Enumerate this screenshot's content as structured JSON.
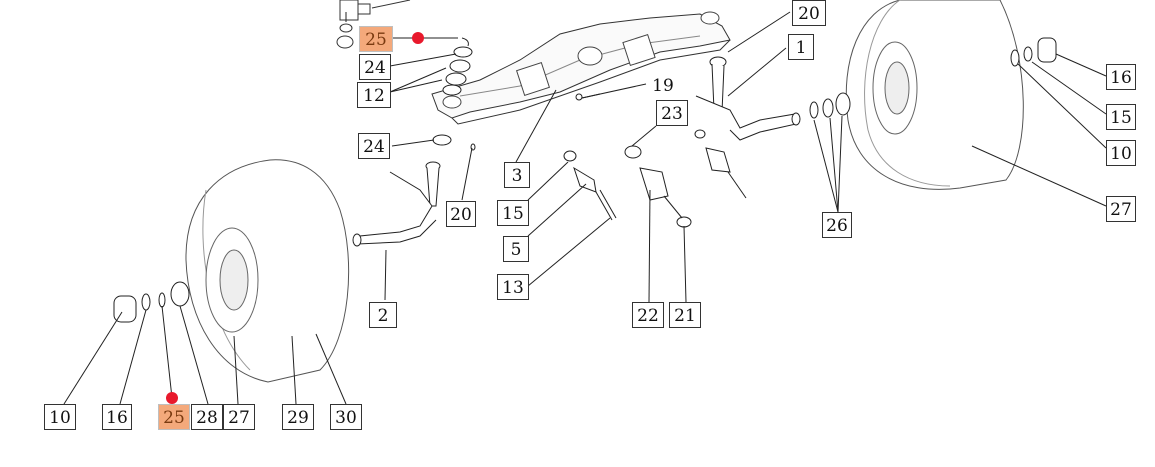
{
  "diagram": {
    "title": "Front axle and wheel assembly exploded parts diagram",
    "highlight_color": "#f4a97b",
    "marker_color": "#e8192c",
    "line_color": "#222222",
    "callouts": [
      {
        "id": "c20-top",
        "label": "20",
        "highlighted": false
      },
      {
        "id": "c25-top",
        "label": "25",
        "highlighted": true
      },
      {
        "id": "c24-top",
        "label": "24",
        "highlighted": false
      },
      {
        "id": "c12",
        "label": "12",
        "highlighted": false
      },
      {
        "id": "c1",
        "label": "1",
        "highlighted": false
      },
      {
        "id": "c19",
        "label": "19",
        "highlighted": false
      },
      {
        "id": "c16-right",
        "label": "16",
        "highlighted": false
      },
      {
        "id": "c15-right",
        "label": "15",
        "highlighted": false
      },
      {
        "id": "c10-right",
        "label": "10",
        "highlighted": false
      },
      {
        "id": "c27-right",
        "label": "27",
        "highlighted": false
      },
      {
        "id": "c24-mid",
        "label": "24",
        "highlighted": false
      },
      {
        "id": "c3",
        "label": "3",
        "highlighted": false
      },
      {
        "id": "c23",
        "label": "23",
        "highlighted": false
      },
      {
        "id": "c20-mid",
        "label": "20",
        "highlighted": false
      },
      {
        "id": "c15-mid",
        "label": "15",
        "highlighted": false
      },
      {
        "id": "c26",
        "label": "26",
        "highlighted": false
      },
      {
        "id": "c5",
        "label": "5",
        "highlighted": false
      },
      {
        "id": "c13",
        "label": "13",
        "highlighted": false
      },
      {
        "id": "c2",
        "label": "2",
        "highlighted": false
      },
      {
        "id": "c22",
        "label": "22",
        "highlighted": false
      },
      {
        "id": "c21",
        "label": "21",
        "highlighted": false
      },
      {
        "id": "c10-left",
        "label": "10",
        "highlighted": false
      },
      {
        "id": "c16-left",
        "label": "16",
        "highlighted": false
      },
      {
        "id": "c25-bottom",
        "label": "25",
        "highlighted": true
      },
      {
        "id": "c28",
        "label": "28",
        "highlighted": false
      },
      {
        "id": "c27-left",
        "label": "27",
        "highlighted": false
      },
      {
        "id": "c29",
        "label": "29",
        "highlighted": false
      },
      {
        "id": "c30",
        "label": "30",
        "highlighted": false
      }
    ]
  }
}
